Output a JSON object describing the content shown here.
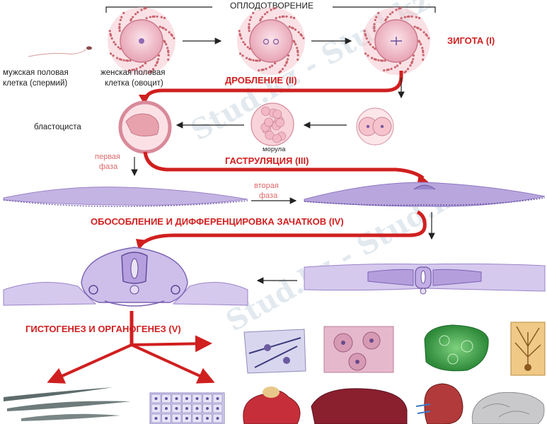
{
  "title": "ОПЛОДОТВОРЕНИЕ",
  "stages": {
    "zygote": "ЗИГОТА (I)",
    "cleavage": "ДРОБЛЕНИЕ (II)",
    "gastrulation": "ГАСТРУЛЯЦИЯ (III)",
    "separation": "ОБОСОБЛЕНИЕ И ДИФФЕРЕНЦИРОВКА ЗАЧАТКОВ (IV)",
    "histogenesis": "ГИСТОГЕНЕЗ И ОРГАНОГЕНЕЗ (V)"
  },
  "labels": {
    "male_line1": "мужская половая",
    "male_line2": "клетка (спермий)",
    "female_line1": "женская половая",
    "female_line2": "клетка (овоцит)",
    "blastocyst": "бластоциста",
    "morula": "морула",
    "first_phase_line1": "первая",
    "first_phase_line2": "фаза",
    "second_phase_line1": "вторая",
    "second_phase_line2": "фаза"
  },
  "watermark": "Stud.kz - Stud.kz",
  "colors": {
    "stage_red": "#d01f1f",
    "phase_pink": "#e06a6a",
    "cell_pink": "#e9a0a6",
    "tissue_violet": "#a58fd0",
    "muscle_gray": "#5d6b6b"
  }
}
